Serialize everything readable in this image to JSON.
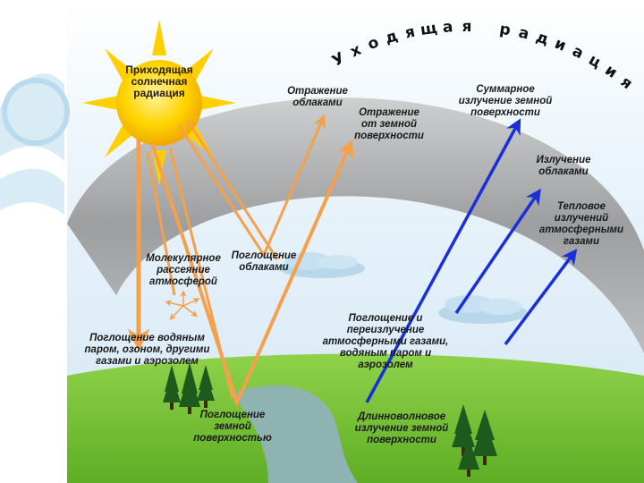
{
  "title_arc": "Уходящая радиация",
  "labels": {
    "incoming_solar": "Приходящая\nсолнечная\nрадиация",
    "cloud_reflection": "Отражение\nоблаками",
    "surface_reflection": "Отражение\nот земной\nповерхности",
    "total_earth_emission": "Суммарное\nизлучение земной\nповерхности",
    "cloud_emission": "Излучение\nоблаками",
    "atm_thermal_emission": "Тепловое\nизлучений\nатмосферными\nгазами",
    "molecular_scattering": "Молекулярное\nрассеяние\nатмосферой",
    "cloud_absorption": "Поглощение\nоблаками",
    "absorption_gases": "Поглощение водяным\nпаром, озоном, другими\nгазами и аэрозолем",
    "absorption_reemission": "Поглощение и\nпереизлучение\nатмосферными газами,\nводяным паром и\nаэрозолем",
    "surface_absorption": "Поглощение\nземной\nповерхностью",
    "longwave_emission": "Длинноволновое\nизлучение земной\nповерхности"
  },
  "colors": {
    "solar_arrow": "#f5a04a",
    "longwave_arrow": "#1a2fd8",
    "atmosphere_band": "#9a9a9a",
    "ground": "#7dc63a",
    "water": "#8eb3b0",
    "sky": "#dfeef8",
    "sun": "#ffd200"
  }
}
